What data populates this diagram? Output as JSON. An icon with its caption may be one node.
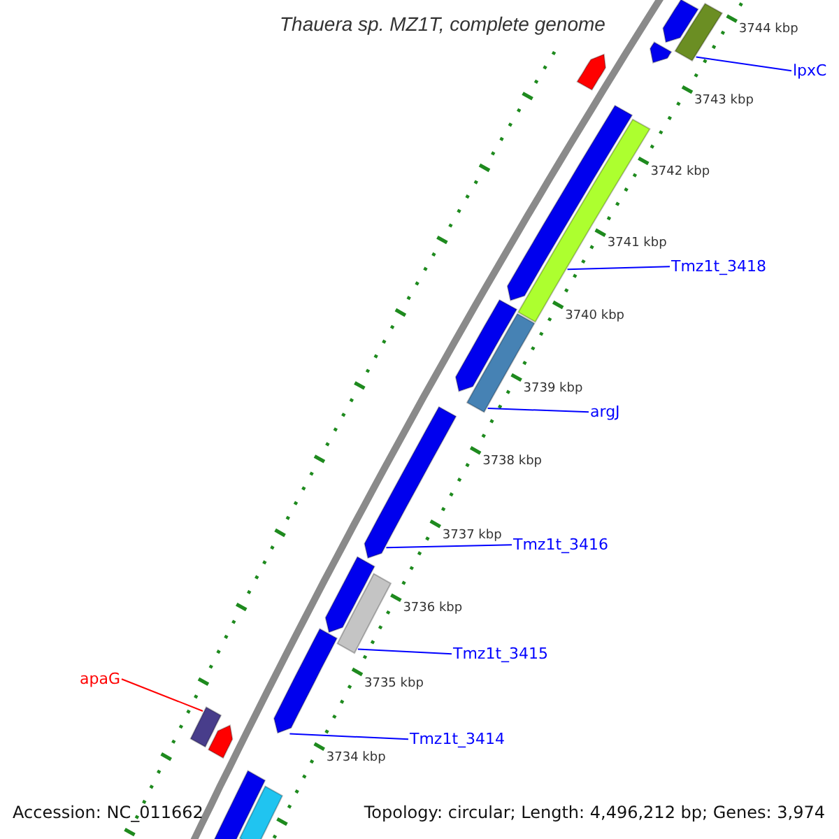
{
  "diagram": {
    "title": "Thauera sp. MZ1T, complete genome",
    "nodes": [
      {
        "text": [
          "lpxC"
        ]
      },
      {
        "text": [
          "Tmz1t_3418"
        ]
      },
      {
        "text": [
          "argJ"
        ]
      },
      {
        "text": [
          "Tmz1t_3416"
        ]
      },
      {
        "text": [
          "Tmz1t_3415"
        ]
      },
      {
        "text": [
          "apaG"
        ]
      },
      {
        "text": [
          "Tmz1t_3414"
        ]
      },
      {
        "text": [],
        "shape": "arrow"
      },
      {
        "text": [],
        "shape": "arrow"
      },
      {
        "text": [],
        "shape": "arrow"
      },
      {
        "text": [],
        "shape": "arrow"
      },
      {
        "text": [],
        "shape": "arrow"
      },
      {
        "text": [],
        "shape": "arrow"
      },
      {
        "text": [],
        "shape": "arrow"
      },
      {
        "text": [],
        "shape": "bar"
      },
      {
        "text": [],
        "shape": "bar"
      },
      {
        "text": [],
        "shape": "bar"
      },
      {
        "text": [],
        "shape": "bar"
      },
      {
        "text": [],
        "shape": "bar"
      },
      {
        "text": [],
        "shape": "bar"
      },
      {
        "text": [],
        "shape": "arrow"
      },
      {
        "text": [],
        "shape": "arrow"
      },
      {
        "text": [],
        "shape": "bar"
      }
    ],
    "edges": [
      {
        "from": 0,
        "to": 15,
        "arrow": "none"
      },
      {
        "from": 1,
        "to": 16,
        "arrow": "none"
      },
      {
        "from": 2,
        "to": 17,
        "arrow": "none"
      },
      {
        "from": 3,
        "to": 11,
        "arrow": "none"
      },
      {
        "from": 4,
        "to": 18,
        "arrow": "none"
      },
      {
        "from": 5,
        "to": 22,
        "arrow": "none",
        "color": "#ff0000"
      },
      {
        "from": 6,
        "to": 13,
        "arrow": "none"
      }
    ],
    "labels": [
      "3744 kbp",
      "3743 kbp",
      "3742 kbp",
      "3741 kbp",
      "3740 kbp",
      "3739 kbp",
      "3738 kbp",
      "3737 kbp",
      "3736 kbp",
      "3735 kbp",
      "3734 kbp",
      "Accession: NC_011662",
      "Topology: circular; Length: 4,496,212 bp; Genes: 3,974"
    ]
  }
}
